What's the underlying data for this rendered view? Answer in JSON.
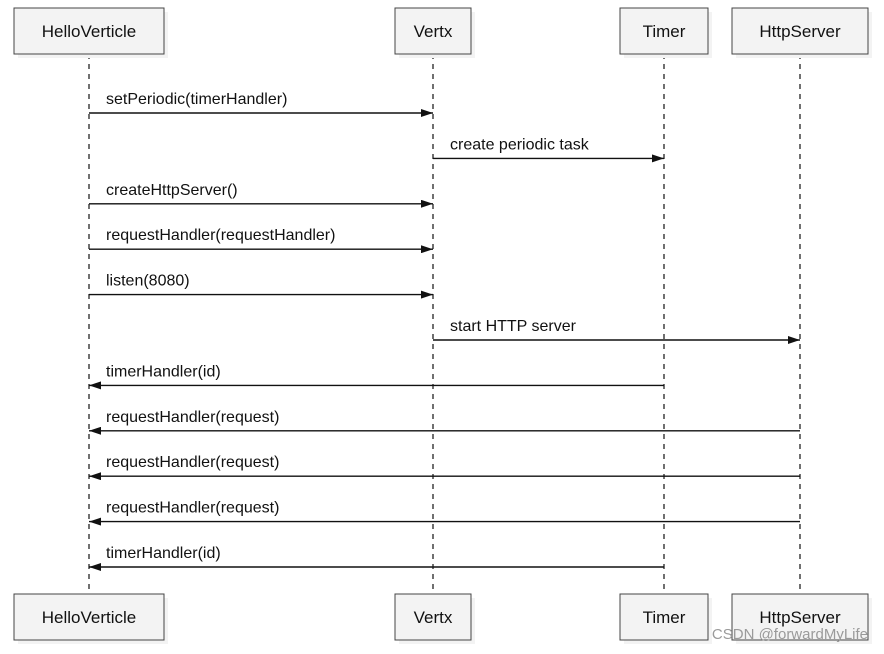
{
  "participants": [
    {
      "id": "helloverticle",
      "label": "HelloVerticle"
    },
    {
      "id": "vertx",
      "label": "Vertx"
    },
    {
      "id": "timer",
      "label": "Timer"
    },
    {
      "id": "httpserver",
      "label": "HttpServer"
    }
  ],
  "messages": [
    {
      "from": "helloverticle",
      "to": "vertx",
      "label": "setPeriodic(timerHandler)"
    },
    {
      "from": "vertx",
      "to": "timer",
      "label": "create periodic task"
    },
    {
      "from": "helloverticle",
      "to": "vertx",
      "label": "createHttpServer()"
    },
    {
      "from": "helloverticle",
      "to": "vertx",
      "label": "requestHandler(requestHandler)"
    },
    {
      "from": "helloverticle",
      "to": "vertx",
      "label": "listen(8080)"
    },
    {
      "from": "vertx",
      "to": "httpserver",
      "label": "start HTTP server"
    },
    {
      "from": "timer",
      "to": "helloverticle",
      "label": "timerHandler(id)"
    },
    {
      "from": "httpserver",
      "to": "helloverticle",
      "label": "requestHandler(request)"
    },
    {
      "from": "httpserver",
      "to": "helloverticle",
      "label": "requestHandler(request)"
    },
    {
      "from": "httpserver",
      "to": "helloverticle",
      "label": "requestHandler(request)"
    },
    {
      "from": "timer",
      "to": "helloverticle",
      "label": "timerHandler(id)"
    }
  ],
  "watermark": "CSDN @forwardMyLife"
}
